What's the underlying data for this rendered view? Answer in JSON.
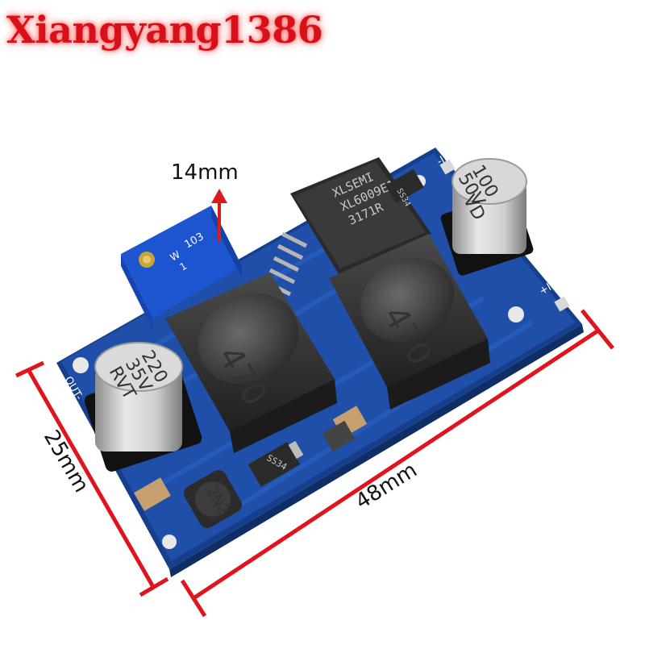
{
  "watermark": {
    "text": "Xiangyang1386"
  },
  "dimensions": {
    "height": "14mm",
    "width": "48mm",
    "depth": "25mm"
  },
  "components": {
    "chip": {
      "line1": "XLSEMI",
      "line2": "XL6009E1",
      "line3": "3171R"
    },
    "inductor_left": "470",
    "inductor_right": "470",
    "cap_output": {
      "line1": "220",
      "line2": "35V",
      "line3": "RVT"
    },
    "cap_input": {
      "line1": "100",
      "line2": "50V",
      "line3": "VD"
    },
    "trimmer": {
      "line1": "103",
      "line2": "W",
      "line3": "1"
    },
    "small_inductor": "2N2",
    "diode_small": "SS34",
    "diode_top": "SS34"
  },
  "pcb_labels": {
    "in_minus": "-IN",
    "in_plus": "+IN",
    "out_minus": "OUT-"
  },
  "colors": {
    "pcb": "#1f4fa8",
    "pcb_dark": "#173c82",
    "dimension_line": "#e0141c",
    "arrow": "#d81b1b"
  }
}
